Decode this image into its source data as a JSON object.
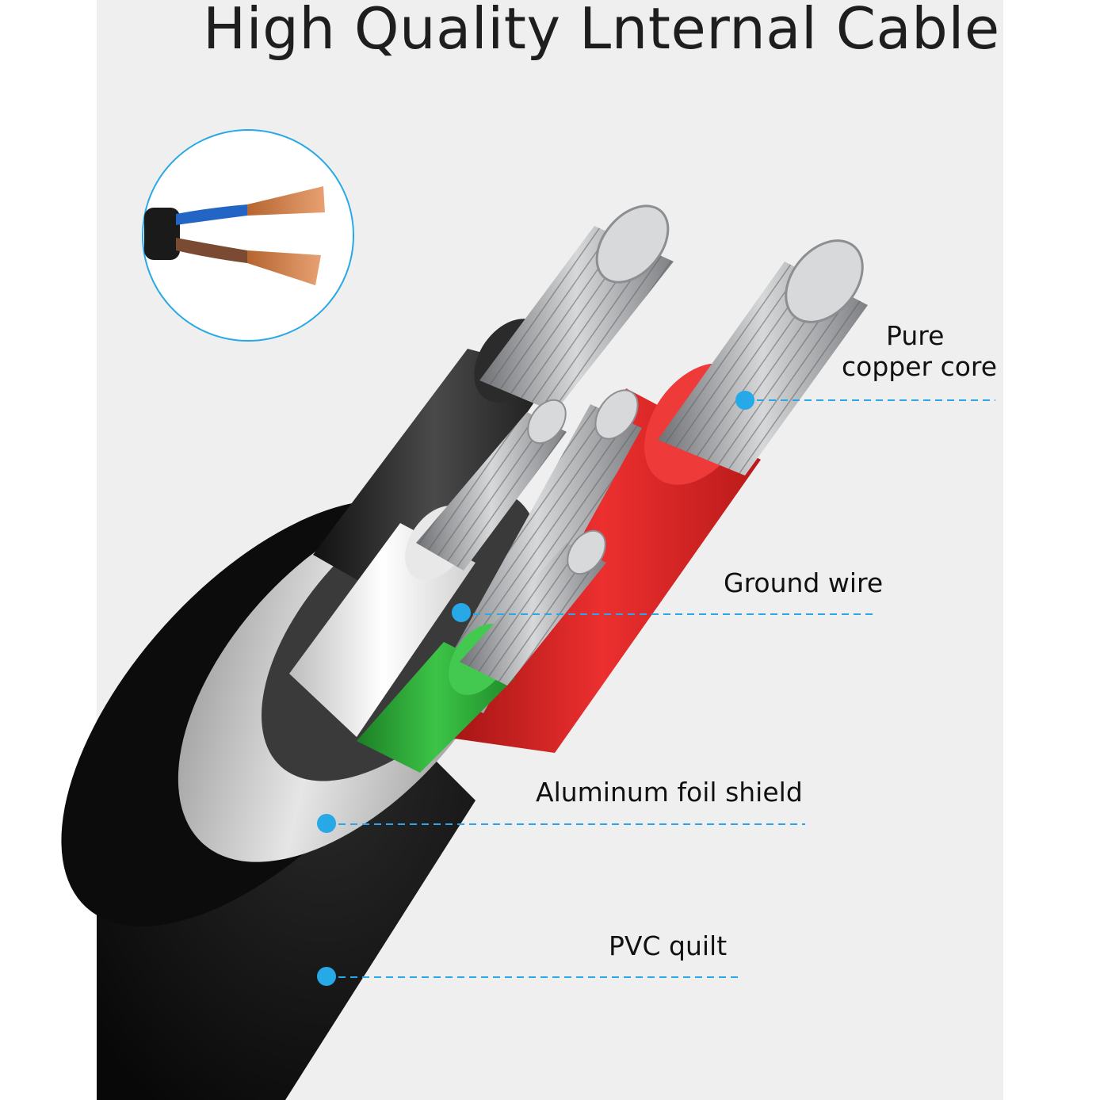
{
  "title": "High Quality Lnternal Cable",
  "labels": {
    "core_line1": "Pure",
    "core_line2": "copper core",
    "ground": "Ground wire",
    "shield": "Aluminum foil shield",
    "pvc": "PVC quilt"
  },
  "colors": {
    "accent": "#27a8e7",
    "jacket": "#141414",
    "foil": "#b9b9b9",
    "red_insulation": "#e22626",
    "green_insulation": "#2fae3a",
    "white_insulation": "#f2f2f2",
    "black_insulation": "#2a2a2a",
    "strand": "#a9abae"
  },
  "icons": [
    "cable-cross-section-illustration",
    "two-core-copper-wire-inset",
    "callout-dot-icon"
  ]
}
